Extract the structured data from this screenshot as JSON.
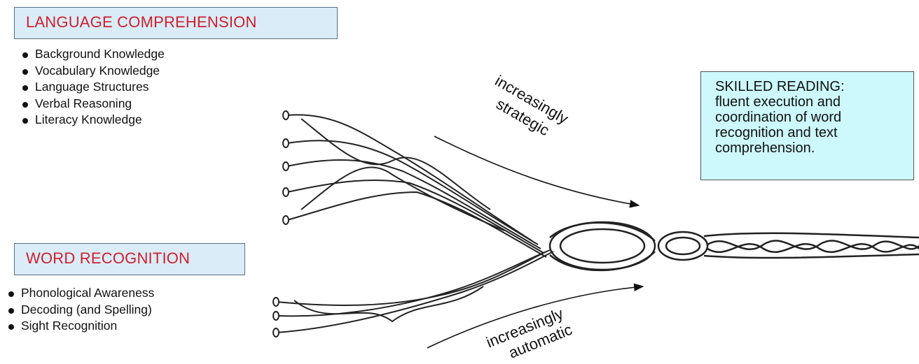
{
  "language_comprehension": {
    "title": "LANGUAGE COMPREHENSION",
    "items": [
      "Background Knowledge",
      "Vocabulary Knowledge",
      "Language Structures",
      "Verbal Reasoning",
      "Literacy Knowledge"
    ]
  },
  "word_recognition": {
    "title": "WORD RECOGNITION",
    "items": [
      "Phonological Awareness",
      "Decoding (and Spelling)",
      "Sight Recognition"
    ]
  },
  "arrows": {
    "upper_label": "increasingly strategic",
    "upper_line1": "increasingly",
    "upper_line2": "strategic",
    "lower_label": "increasingly automatic",
    "lower_line1": "increasingly",
    "lower_line2": "automatic"
  },
  "skilled_reading": {
    "text": "SKILLED READING:\nfluent execution and\ncoordination of word\nrecognition and text\ncomprehension."
  },
  "colors": {
    "title_red": "#d0202c",
    "lc_box_fill": "#d9ecf8",
    "skilled_box_fill": "#cdf8fc"
  }
}
